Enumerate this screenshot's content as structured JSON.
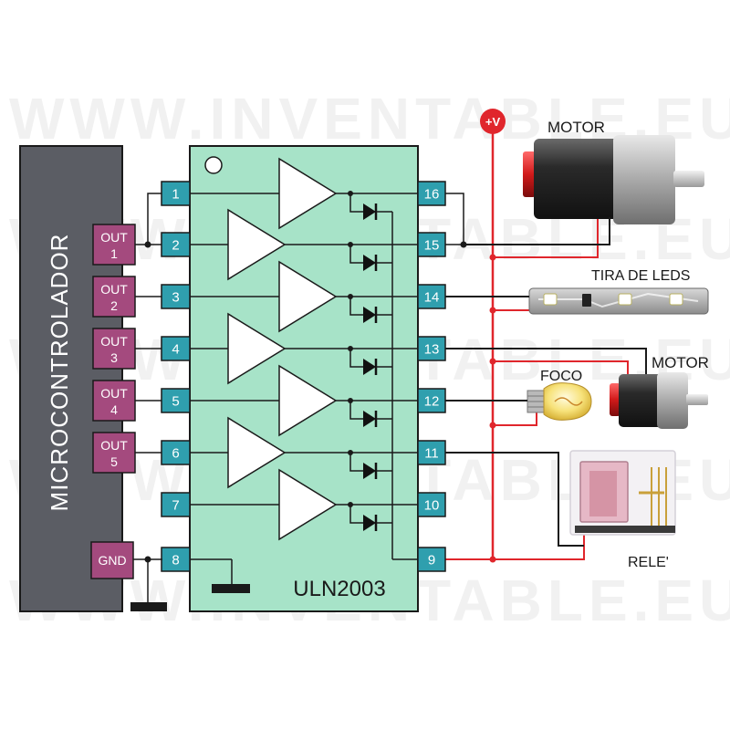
{
  "watermark": "WWW.INVENTABLE.EU",
  "colors": {
    "mcu_body": "#5b5d64",
    "mcu_pad": "#a44a7e",
    "ic_body": "#a7e3c8",
    "ic_pin": "#2f9fae",
    "supply": "#e0262c",
    "wire": "#1a1a1a"
  },
  "microcontroller": {
    "label": "MICROCONTROLADOR",
    "outputs": [
      {
        "line1": "OUT",
        "line2": "1"
      },
      {
        "line1": "OUT",
        "line2": "2"
      },
      {
        "line1": "OUT",
        "line2": "3"
      },
      {
        "line1": "OUT",
        "line2": "4"
      },
      {
        "line1": "OUT",
        "line2": "5"
      }
    ],
    "gnd_label": "GND"
  },
  "ic": {
    "name": "ULN2003",
    "left_pins": [
      "1",
      "2",
      "3",
      "4",
      "5",
      "6",
      "7",
      "8"
    ],
    "right_pins": [
      "16",
      "15",
      "14",
      "13",
      "12",
      "11",
      "10",
      "9"
    ]
  },
  "supply_label": "+V",
  "loads": {
    "motor_big": "MOTOR",
    "led_strip": "TIRA DE LEDS",
    "motor_small": "MOTOR",
    "bulb": "FOCO",
    "relay": "RELE'"
  }
}
